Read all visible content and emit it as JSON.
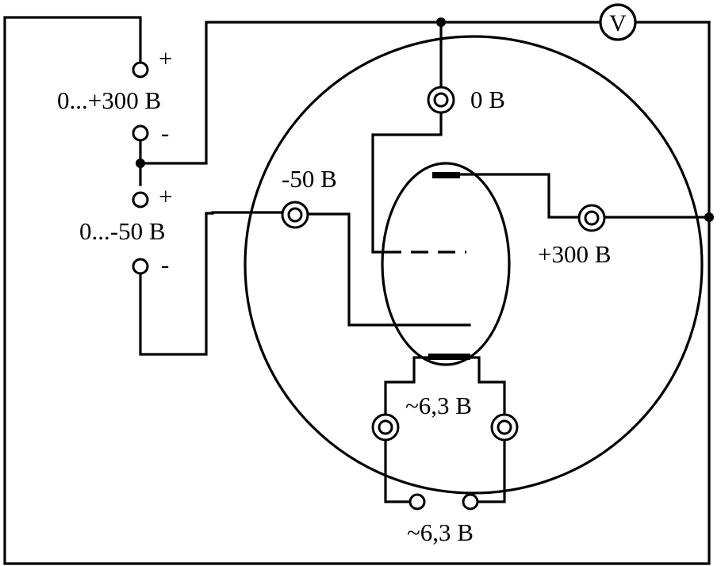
{
  "supplies": {
    "anode_supply": {
      "range_label": "0...+300 В",
      "plus_sign": "+",
      "minus_sign": "-"
    },
    "grid_supply": {
      "range_label": "0...-50 В",
      "plus_sign": "+",
      "minus_sign": "-"
    },
    "heater_supply": {
      "label": "~6,3 В"
    }
  },
  "lamp_panel": {
    "cathode_terminal_label": "0 В",
    "grid_terminal_label": "-50 В",
    "anode_terminal_label": "+300 В",
    "heater_terminals_label": "~6,3 В"
  },
  "voltmeter": {
    "symbol": "V"
  }
}
